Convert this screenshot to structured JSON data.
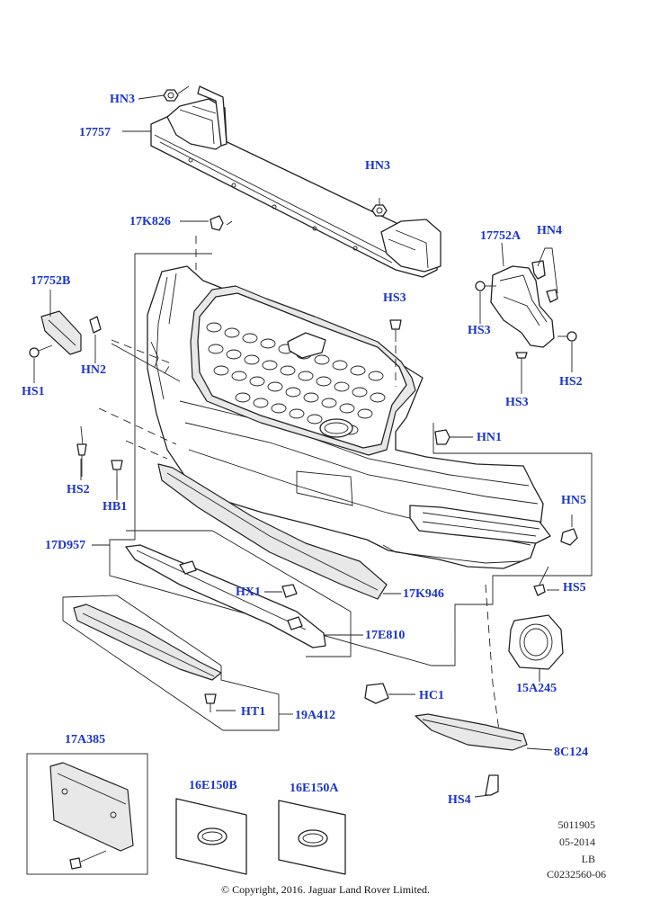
{
  "labels": {
    "hn3_top": "HN3",
    "p17757": "17757",
    "hn3_mid": "HN3",
    "p17k826": "17K826",
    "p17752a": "17752A",
    "hn4": "HN4",
    "p17752b": "17752B",
    "hs3_center": "HS3",
    "hs3_right": "HS3",
    "hn2": "HN2",
    "hs1": "HS1",
    "hs3_lower": "HS3",
    "hs2_right": "HS2",
    "hn1": "HN1",
    "hs2_left": "HS2",
    "hb1": "HB1",
    "hn5": "HN5",
    "p17d957": "17D957",
    "hs5": "HS5",
    "hx1": "HX1",
    "p17k946": "17K946",
    "p17e810": "17E810",
    "p15a245": "15A245",
    "hc1": "HC1",
    "ht1": "HT1",
    "p19a412": "19A412",
    "p8c124": "8C124",
    "p17a385": "17A385",
    "p16e150b": "16E150B",
    "p16e150a": "16E150A",
    "hs4": "HS4"
  },
  "meta": {
    "code1": "5011905",
    "date": "05-2014",
    "region": "LB",
    "illustration": "C0232560-06"
  },
  "copyright": "© Copyright, 2016. Jaguar Land Rover Limited.",
  "colors": {
    "label": "#1a35c8",
    "line": "#222222"
  }
}
